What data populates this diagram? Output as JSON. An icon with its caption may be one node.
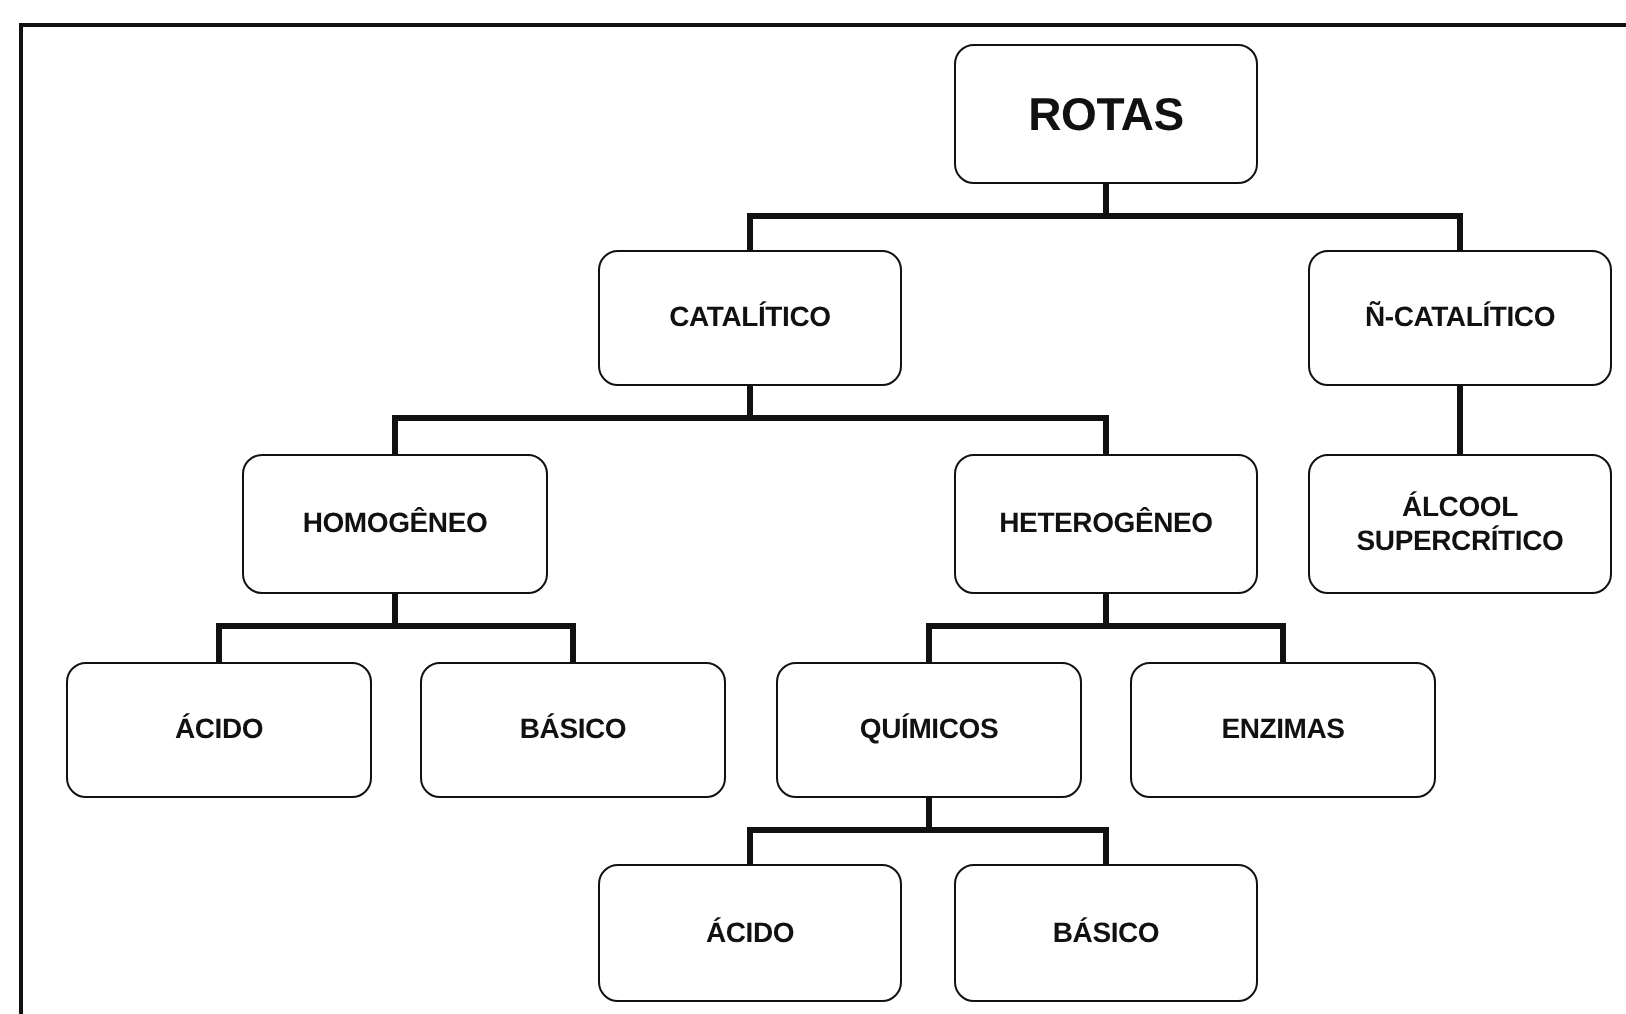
{
  "diagram": {
    "nodes": [
      {
        "text": [
          "ROTAS"
        ]
      },
      {
        "text": [
          "CATALÍTICO"
        ]
      },
      {
        "text": [
          "Ñ-CATALÍTICO"
        ]
      },
      {
        "text": [
          "HOMOGÊNEO"
        ]
      },
      {
        "text": [
          "HETEROGÊNEO"
        ]
      },
      {
        "text": [
          "ÁLCOOL SUPERCRÍTICO"
        ]
      },
      {
        "text": [
          "ÁCIDO"
        ]
      },
      {
        "text": [
          "BÁSICO"
        ]
      },
      {
        "text": [
          "QUÍMICOS"
        ]
      },
      {
        "text": [
          "ENZIMAS"
        ]
      },
      {
        "text": [
          "ÁCIDO"
        ]
      },
      {
        "text": [
          "BÁSICO"
        ]
      }
    ],
    "edges": [
      {
        "from": 0,
        "to": 1,
        "arrow": "none"
      },
      {
        "from": 0,
        "to": 2,
        "arrow": "none"
      },
      {
        "from": 1,
        "to": 3,
        "arrow": "none"
      },
      {
        "from": 1,
        "to": 4,
        "arrow": "none"
      },
      {
        "from": 2,
        "to": 5,
        "arrow": "none"
      },
      {
        "from": 3,
        "to": 6,
        "arrow": "none"
      },
      {
        "from": 3,
        "to": 7,
        "arrow": "none"
      },
      {
        "from": 4,
        "to": 8,
        "arrow": "none"
      },
      {
        "from": 4,
        "to": 9,
        "arrow": "none"
      },
      {
        "from": 8,
        "to": 10,
        "arrow": "none"
      },
      {
        "from": 8,
        "to": 11,
        "arrow": "none"
      }
    ]
  }
}
